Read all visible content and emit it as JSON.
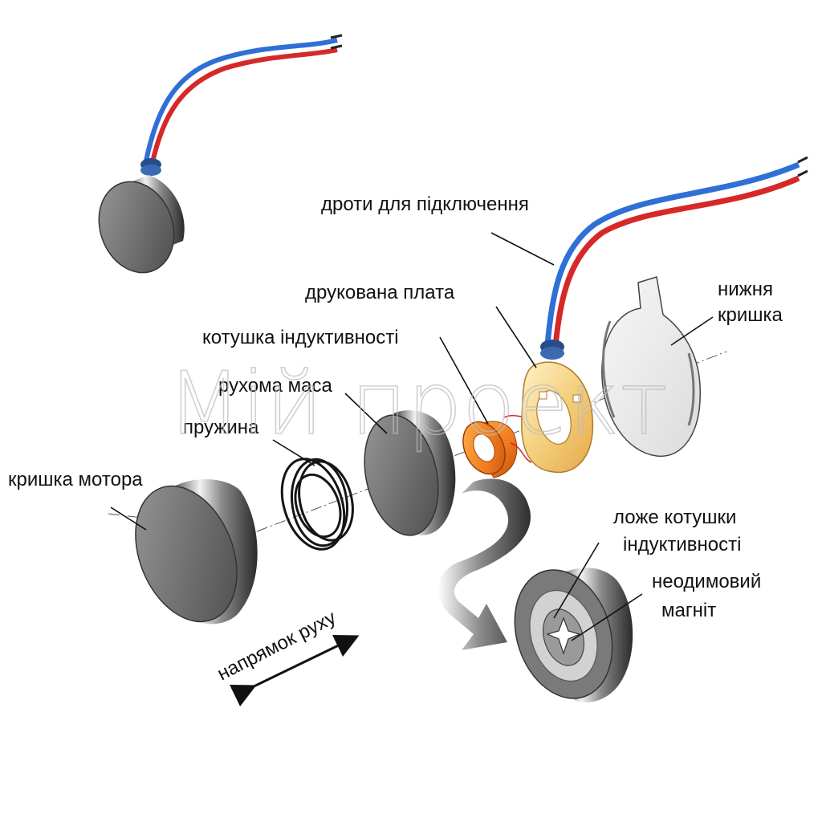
{
  "labels": {
    "wires": "дроти для підключення",
    "pcb": "друкована плата",
    "bottom_cover_line1": "нижня",
    "bottom_cover_line2": "кришка",
    "coil": "котушка індуктивності",
    "moving_mass": "рухома маса",
    "spring": "пружина",
    "motor_cover": "кришка мотора",
    "coil_bed_line1": "ложе котушки",
    "coil_bed_line2": "індуктивності",
    "magnet_line1": "неодимовий",
    "magnet_line2": "магніт",
    "direction": "напрямок руху"
  },
  "watermark": "Мій проект",
  "colors": {
    "wire_red": "#d62828",
    "wire_blue": "#2f6fd6",
    "coil_orange": "#f07a1e",
    "pcb_gold": "#f2c46a",
    "metal_dark": "#6f6f6f",
    "metal_light": "#e6e6e6",
    "line": "#111111"
  }
}
